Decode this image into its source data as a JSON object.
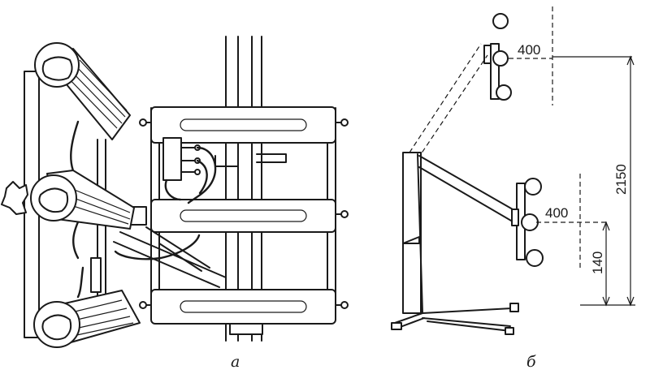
{
  "figure": {
    "view_a": {
      "caption": "а"
    },
    "view_b": {
      "caption": "б",
      "dimensions": {
        "upper_offset": "400",
        "lower_offset": "400",
        "total_height": "2150",
        "min_height": "140"
      }
    }
  }
}
